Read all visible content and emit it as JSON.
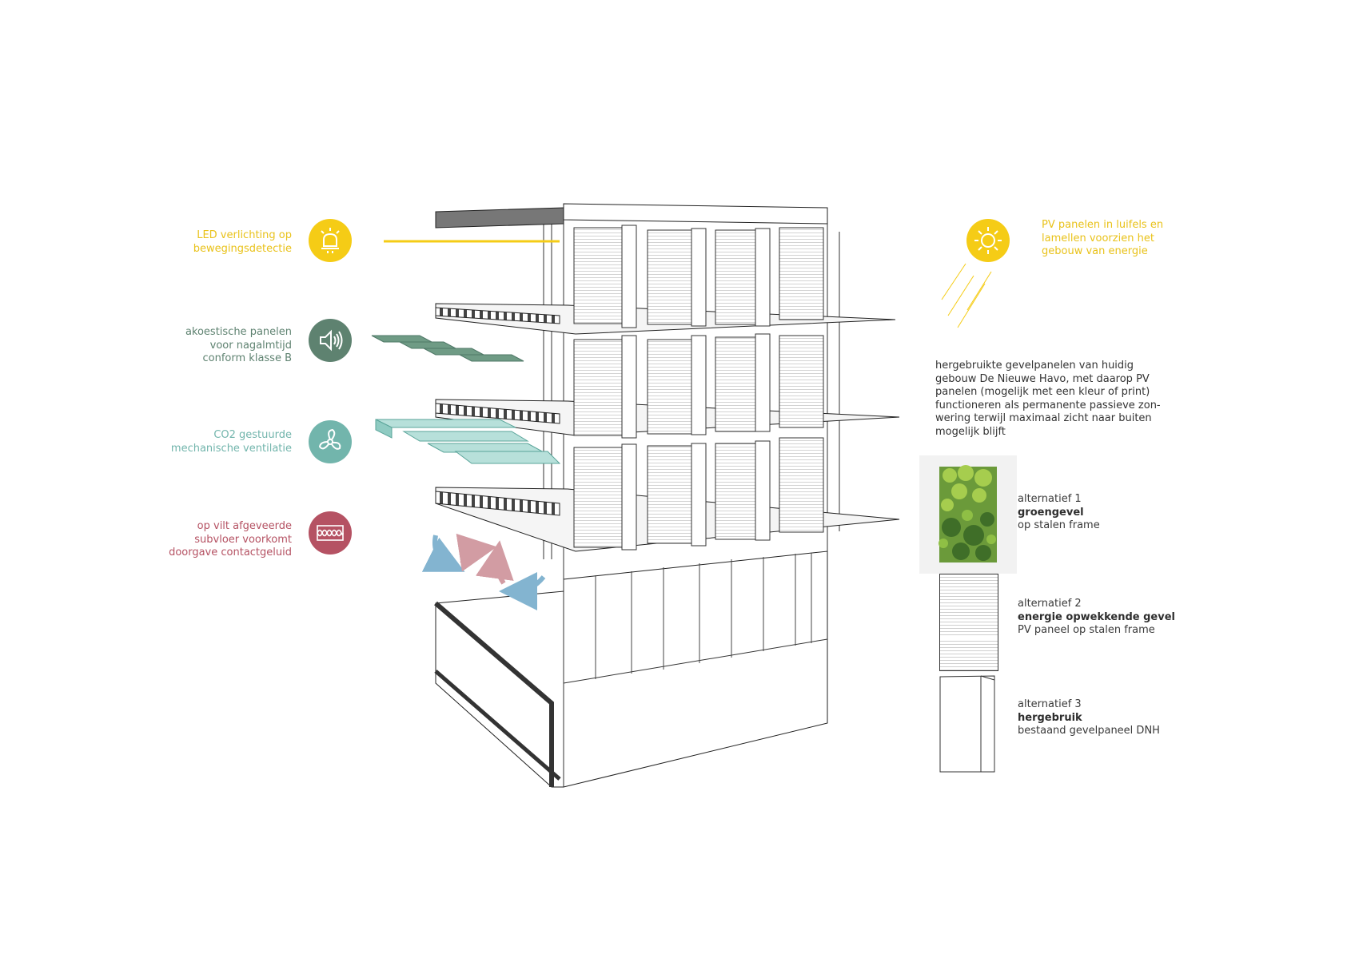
{
  "colors": {
    "yellow": "#F5CC16",
    "dark_green": "#5E8270",
    "teal": "#72B5AC",
    "red": "#B55263",
    "pv_text": "#E9C21A",
    "arrow_blue": "#83B4D0",
    "arrow_red": "#D29CA3"
  },
  "left_labels": [
    {
      "text": "LED verlichting op\nbewegingsdetectie",
      "icon": "alarm-light-icon"
    },
    {
      "text": "akoestische panelen\nvoor nagalmtijd\nconform klasse B",
      "icon": "speaker-icon"
    },
    {
      "text": "CO2 gestuurde\nmechanische ventilatie",
      "icon": "fan-icon"
    },
    {
      "text": "op vilt afgeveerde\nsubvloer voorkomt\ndoorgave contactgeluid",
      "icon": "insulation-icon"
    }
  ],
  "pv": {
    "text": "PV panelen in luifels en\nlamellen voorzien het\ngebouw van energie",
    "icon": "sun-icon"
  },
  "intro": "hergebruikte gevelpanelen van huidig\ngebouw De Nieuwe Havo, met daarop PV\npanelen (mogelijk met een kleur of print)\nfunctioneren als permanente passieve zon-\nwering terwijl maximaal zicht naar buiten\nmogelijk blijft",
  "alternatives": [
    {
      "line1": "alternatief 1",
      "line2": "groengevel",
      "line3": "op stalen frame",
      "swatch": "green-facade-swatch"
    },
    {
      "line1": "alternatief 2",
      "line2": "energie opwekkende gevel",
      "line3": "PV paneel op stalen frame",
      "swatch": "pv-panel-swatch"
    },
    {
      "line1": "alternatief 3",
      "line2": "hergebruik",
      "line3": "bestaand gevelpaneel DNH",
      "swatch": "reuse-panel-swatch"
    }
  ]
}
